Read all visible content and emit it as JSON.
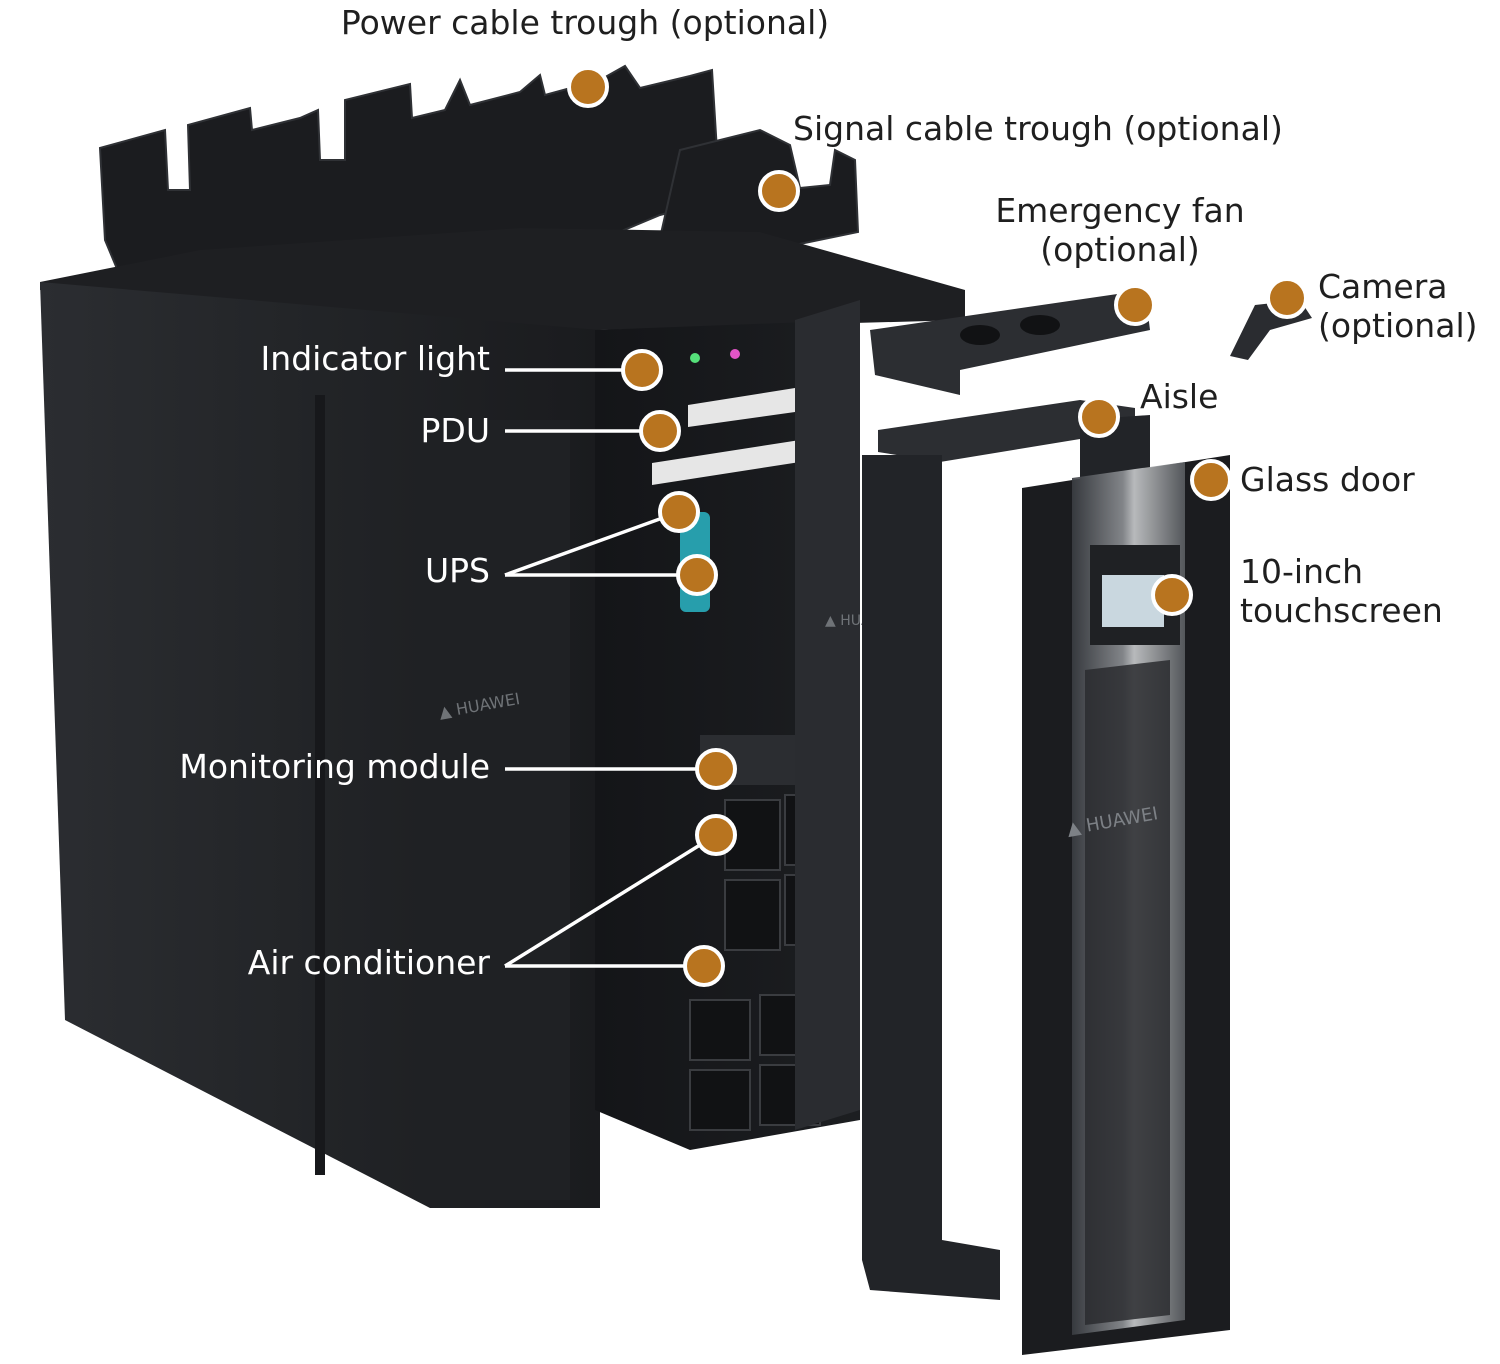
{
  "colors": {
    "marker": "#b8741f",
    "marker_stroke": "#ffffff",
    "leader_line": "#ffffff",
    "label_dark": "#1f1f1f",
    "label_light": "#ffffff",
    "cabinet_body": "#26282c"
  },
  "callouts": {
    "power_trough": {
      "label": "Power cable trough (optional)"
    },
    "signal_trough": {
      "label": "Signal cable trough (optional)"
    },
    "emergency_fan": {
      "line1": "Emergency fan",
      "line2": "(optional)"
    },
    "camera": {
      "line1": "Camera",
      "line2": "(optional)"
    },
    "aisle": {
      "label": "Aisle"
    },
    "glass_door": {
      "label": "Glass door"
    },
    "touchscreen": {
      "line1": "10-inch",
      "line2": "touchscreen"
    },
    "indicator_light": {
      "label": "Indicator light"
    },
    "pdu": {
      "label": "PDU"
    },
    "ups": {
      "label": "UPS"
    },
    "monitoring_module": {
      "label": "Monitoring module"
    },
    "air_conditioner": {
      "label": "Air conditioner"
    }
  }
}
